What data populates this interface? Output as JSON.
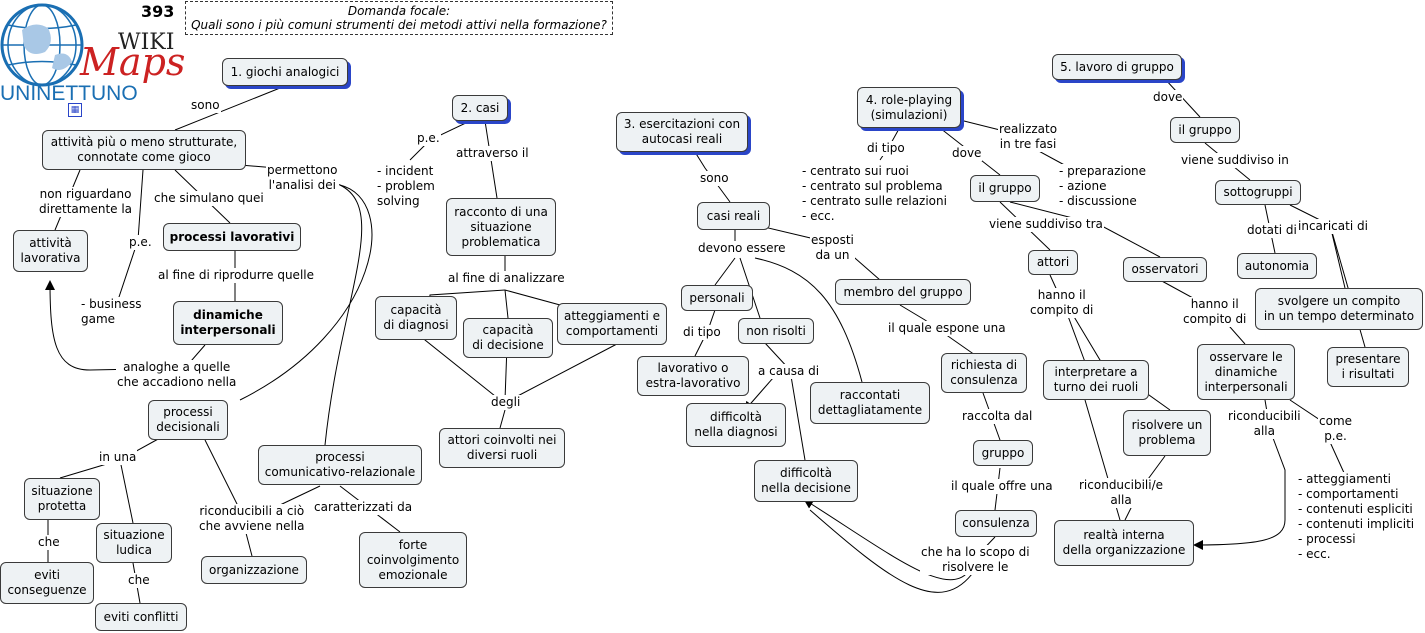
{
  "header": {
    "map_number": "393",
    "logo_text": {
      "wiki": "WIKI",
      "maps": "Maps",
      "uninettuno": "UNINETTUNO"
    },
    "focal_title": "Domanda focale:",
    "focal_question": "Quali sono i più comuni strumenti dei metodi attivi nella formazione?"
  },
  "colors": {
    "node_fill": "#eef2f4",
    "node_border": "#3a3a3a",
    "accent_shadow": "#2a45c8",
    "logo_red": "#cc2222",
    "logo_blue": "#1a6fb3"
  },
  "nodes": {
    "giochi": "1. giochi analogici",
    "attivita_strutturate": "attività più o meno strutturate,\nconnotate come gioco",
    "attivita_lavorativa": "attività\nlavorativa",
    "processi_lavorativi": "processi lavorativi",
    "dinamiche": "dinamiche\ninterpersonali",
    "processi_decisionali": "processi\ndecisionali",
    "situazione_protetta": "situazione\nprotetta",
    "situazione_ludica": "situazione\nludica",
    "eviti_conseguenze": "eviti\nconseguenze",
    "eviti_conflitti": "eviti conflitti",
    "organizzazione": "organizzazione",
    "processi_comunicativi": "processi\ncomunicativo-relazionale",
    "forte_coinvolgimento": "forte\ncoinvolgimento\nemozionale",
    "casi": "2. casi",
    "racconto": "racconto di una\nsituazione\nproblematica",
    "capacita_diagnosi": "capacità\ndi diagnosi",
    "capacita_decisione": "capacità\ndi decisione",
    "atteggiamenti": "atteggiamenti e\ncomportamenti",
    "attori_coinvolti": "attori coinvolti nei\ndiversi ruoli",
    "esercitazioni": "3. esercitazioni con\nautocasi reali",
    "casi_reali": "casi reali",
    "personali": "personali",
    "non_risolti": "non risolti",
    "lavorativo": "lavorativo o\nestra-lavorativo",
    "raccontati": "raccontati\ndettagliatamente",
    "difficolta_diagnosi": "difficoltà\nnella diagnosi",
    "difficolta_decisione": "difficoltà\nnella decisione",
    "membro": "membro del gruppo",
    "richiesta": "richiesta di\nconsulenza",
    "gruppo_rc": "gruppo",
    "consulenza": "consulenza",
    "role_playing": "4. role-playing\n(simulazioni)",
    "il_gruppo_rp": "il gruppo",
    "attori": "attori",
    "osservatori": "osservatori",
    "interpretare": "interpretare a\nturno  dei ruoli",
    "risolvere": "risolvere un\nproblema",
    "osservare": "osservare le\ndinamiche\ninterpersonali",
    "realta": "realtà interna\ndella organizzazione",
    "lavoro_gruppo": "5. lavoro di gruppo",
    "il_gruppo_lg": "il gruppo",
    "sottogruppi": "sottogruppi",
    "autonomia": "autonomia",
    "svolgere": "svolgere un compito\nin un tempo determinato",
    "presentare": "presentare\ni risultati"
  },
  "labels": {
    "sono_1": "sono",
    "non_riguardano": "non riguardano\ndirettamente la",
    "che_simulano": "che simulano quei",
    "pe_1": "p.e.",
    "business": "- business\ngame",
    "al_fine_riprodurre": "al fine di riprodurre quelle",
    "analoghe": "analoghe a quelle\nche accadiono nella",
    "permettono": "permettono\nl'analisi dei",
    "in_una": "in una",
    "che_1": "che",
    "che_2": "che",
    "riconducibili_cio": "riconducibili a ciò\nche avviene nella",
    "caratterizzati": "caratterizzati da",
    "pe_2": "p.e.",
    "incident": "- incident\n- problem\nsolving",
    "attraverso": "attraverso il",
    "al_fine_analizzare": "al fine di analizzare",
    "degli": "degli",
    "sono_3": "sono",
    "devono_essere": "devono essere",
    "esposti": "esposti\nda un",
    "di_tipo_3": "di tipo",
    "a_causa": "a causa di",
    "il_quale_espone": "il quale espone una",
    "raccolta_dal": "raccolta dal",
    "il_quale_offre": "il quale offre una",
    "che_ha_scopo": "che ha lo scopo di\nrisolvere le",
    "di_tipo_4": "di tipo",
    "centrato": "- centrato sui ruoi\n- centrato sul problema\n- centrato sulle relazioni\n- ecc.",
    "dove_4": "dove",
    "realizzato": "realizzato\nin tre fasi",
    "fasi": "- preparazione\n- azione\n- discussione",
    "viene_suddiviso_4": "viene suddiviso tra",
    "hanno_compito_1": "hanno il\ncompito di",
    "hanno_compito_2": "hanno il\ncompito di",
    "riconducibili_e": "riconducibili/e\nalla",
    "riconducibili_alla": "riconducibili\nalla",
    "come_pe": "come\np.e.",
    "esempi": "- atteggiamenti\n- comportamenti\n- contenuti espliciti\n- contenuti impliciti\n- processi\n- ecc.",
    "dove_5": "dove",
    "viene_suddiviso_5": "viene suddiviso in",
    "dotati_di": "dotati di",
    "incaricati_di": "incaricati di"
  }
}
